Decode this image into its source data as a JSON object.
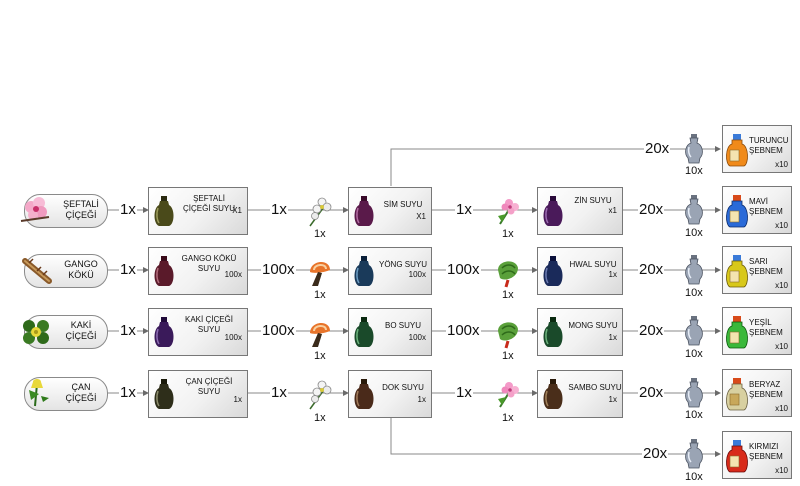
{
  "colors": {
    "line": "#8a8a8a",
    "box_border": "#777777",
    "vase_peach": "#4a4a1a",
    "vase_gango": "#5a1a2a",
    "vase_kaki": "#3a1a5a",
    "vase_can": "#2e2e1a",
    "vase_sim": "#5a1a4a",
    "vase_yong": "#1a3a5a",
    "vase_bo": "#1a4a2a",
    "vase_dok": "#4a2a1a",
    "vase_zin": "#4a1a5a",
    "vase_hwal": "#1a2a5a",
    "vase_mong": "#1a4a2a",
    "vase_sambo": "#4a2e1a",
    "potion_turuncu": "#f08a1a",
    "potion_mavi": "#2a6ad8",
    "potion_sari": "#d8c81a",
    "potion_yesil": "#3ab83a",
    "potion_beyaz": "#d8d0a0",
    "potion_kirmizi": "#d82a1a"
  },
  "sources": [
    {
      "label": "ŞEFTALİ ÇİÇEĞİ",
      "icon": "peach-blossom-icon"
    },
    {
      "label": "GANGO KÖKÜ",
      "icon": "root-stick-icon"
    },
    {
      "label": "KAKİ ÇİÇEĞİ",
      "icon": "kaki-flower-icon"
    },
    {
      "label": "ÇAN ÇİÇEĞİ",
      "icon": "bell-flower-icon"
    }
  ],
  "stage1": [
    {
      "label": "ŞEFTALİ ÇİÇEĞİ SUYU",
      "qty": "X1"
    },
    {
      "label": "GANGO KÖKÜ SUYU",
      "qty": "100x"
    },
    {
      "label": "KAKİ ÇİÇEĞİ SUYU",
      "qty": "100x"
    },
    {
      "label": "ÇAN ÇİÇEĞİ SUYU",
      "qty": "1x"
    }
  ],
  "stage2": [
    {
      "label": "SİM SUYU",
      "qty": "X1"
    },
    {
      "label": "YÖNG SUYU",
      "qty": "100x"
    },
    {
      "label": "BO SUYU",
      "qty": "100x"
    },
    {
      "label": "DOK SUYU",
      "qty": "1x"
    }
  ],
  "stage3": [
    {
      "label": "ZİN SUYU",
      "qty": "x1"
    },
    {
      "label": "HWAL SUYU",
      "qty": "1x"
    },
    {
      "label": "MONG SUYU",
      "qty": "1x"
    },
    {
      "label": "SAMBO SUYU",
      "qty": "1x"
    }
  ],
  "products": [
    {
      "label": "TURUNCU ŞEBNEM",
      "qty": "x10"
    },
    {
      "label": "MAVİ ŞEBNEM",
      "qty": "x10"
    },
    {
      "label": "SARI ŞEBNEM",
      "qty": "x10"
    },
    {
      "label": "YEŞİL ŞEBNEM",
      "qty": "x10"
    },
    {
      "label": "BERYAZ ŞEBNEM",
      "qty": "x10"
    },
    {
      "label": "KIRMIZI ŞEBNEM",
      "qty": "x10"
    }
  ],
  "ratios": {
    "source_to_stage1": [
      "1x",
      "1x",
      "1x",
      "1x"
    ],
    "stage1_to_item1": [
      "1x",
      "100x",
      "100x",
      "1x"
    ],
    "item1_count": [
      "1x",
      "1x",
      "1x",
      "1x"
    ],
    "stage2_to_item2": [
      "1x",
      "100x",
      "100x",
      "1x"
    ],
    "item2_count": [
      "1x",
      "1x",
      "1x",
      "1x"
    ],
    "to_flask": [
      "20x",
      "20x",
      "20x",
      "20x",
      "20x",
      "20x"
    ],
    "flask_count": [
      "10x",
      "10x",
      "10x",
      "10x",
      "10x",
      "10x"
    ]
  },
  "catalyst_items_1": [
    "white-flower-icon",
    "mushroom-icon",
    "mushroom-icon",
    "white-flower-icon"
  ],
  "catalyst_items_2": [
    "pink-flower-icon",
    "green-herb-icon",
    "green-herb-icon",
    "pink-flower-icon"
  ]
}
